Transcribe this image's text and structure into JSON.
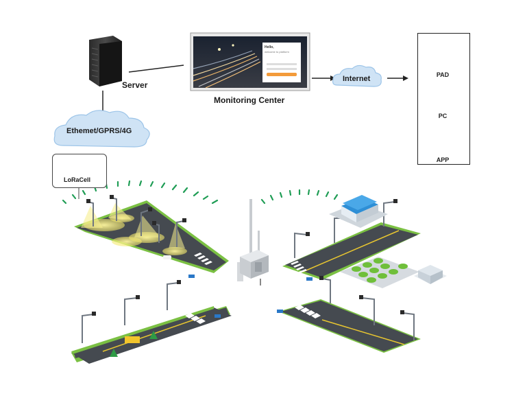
{
  "labels": {
    "server": "Server",
    "monitoring_center": "Monitoring Center",
    "internet": "Internet",
    "network": "Ethemet/GPRS/4G",
    "loracell": "LoRaCell",
    "pad": "PAD",
    "pc": "PC",
    "app": "APP"
  },
  "monitor_screen": {
    "greeting": "Hello,",
    "subtitle": "welcome to platform"
  },
  "colors": {
    "road": "#454a50",
    "road_edge_green": "#7bc043",
    "lane_yellow": "#e8c630",
    "cloud": "#cfe3f5",
    "cloud_edge": "#9cc4e8",
    "signal_green": "#1f9d55",
    "light_glow": "#f3ea7a"
  },
  "icons": {
    "server": "server-rack-icon",
    "pad": "tablet-icon",
    "pc": "desktop-monitor-icon",
    "app": "smartphone-icon",
    "gateway": "lora-gateway-icon",
    "loracell": "loracell-controller-icon"
  }
}
